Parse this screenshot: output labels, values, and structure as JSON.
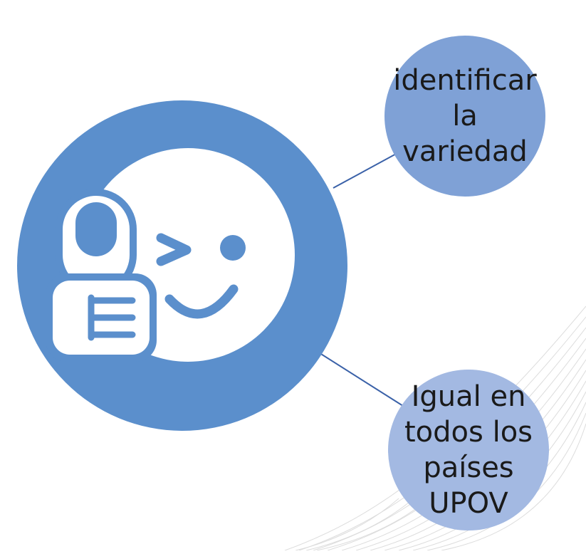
{
  "diagram": {
    "nodes": [
      {
        "id": "identificar",
        "lines": [
          "identificar",
          "la",
          "variedad"
        ]
      },
      {
        "id": "igual",
        "lines": [
          "Igual en",
          "todos los",
          "países",
          "UPOV"
        ]
      }
    ],
    "center_icon": "thumbs-up-wink-face-icon"
  },
  "colors": {
    "central_circle": "#5b8fcc",
    "node_top_fill": "#7fa1d6",
    "node_bottom_fill": "#a3b9e2",
    "connector": "#3a61a8",
    "icon": "#ffffff",
    "watermark": "#d9d9d9"
  }
}
